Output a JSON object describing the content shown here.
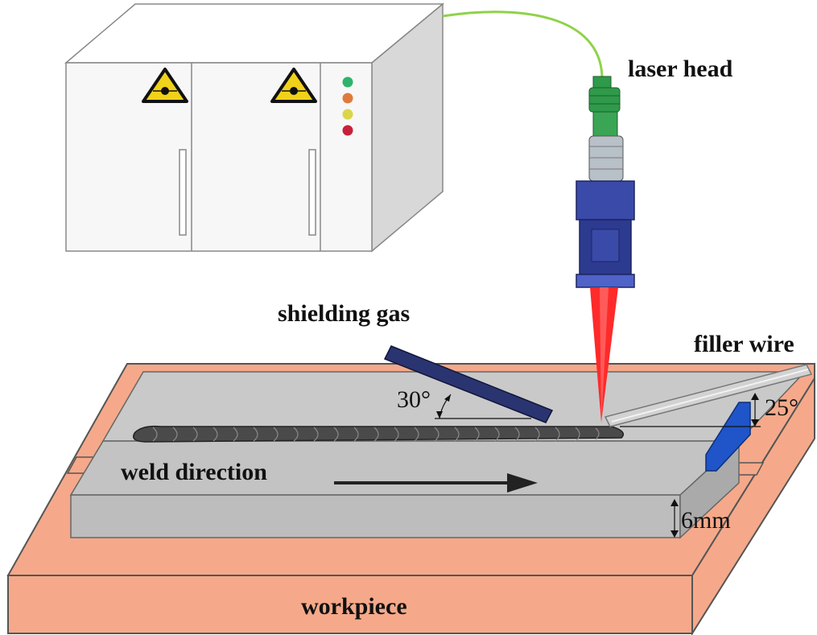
{
  "labels": {
    "laser_head": "laser head",
    "shielding_gas": "shielding gas",
    "filler_wire": "filler wire",
    "weld_direction": "weld direction",
    "workpiece": "workpiece",
    "gas_angle": "30°",
    "wire_angle": "25°",
    "thickness": "6mm"
  },
  "icons": {
    "warning": "laser-warning-triangle"
  },
  "indicator_lights": [
    "#2fb36a",
    "#e07a3c",
    "#d9d64a",
    "#c8203a"
  ],
  "colors": {
    "workpiece": "#f5a98a",
    "plate": "#c9c9c9",
    "weld_bead": "#4a4a4a",
    "gas_nozzle": "#2a3470",
    "laser_beam": "#ff2a2a",
    "fiber": "#8fd24a",
    "laser_body": "#3a4aa8",
    "laser_ring": "#2f9a4a",
    "backing_strip": "#1f55c8"
  }
}
